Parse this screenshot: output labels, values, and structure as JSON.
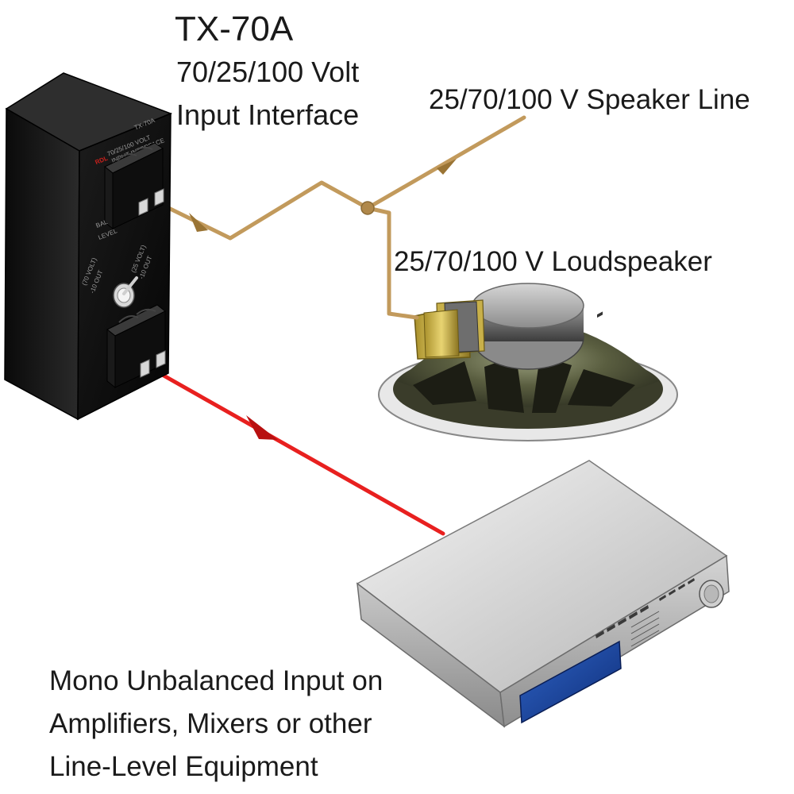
{
  "device": {
    "model": "TX-70A",
    "subtitle_line1": "70/25/100 Volt",
    "subtitle_line2": "Input Interface",
    "panel_brand": "RDL",
    "panel_model": "TX-70A",
    "panel_title_line1": "70/25/100 VOLT",
    "panel_title_line2": "INPUT INTERFACE",
    "panel_label_balanced": "BAL",
    "panel_label_level": "LEVEL",
    "panel_switch_left_line1": "(70 VOLT)",
    "panel_switch_left_line2": "-10 OUT",
    "panel_switch_right_line1": "(25 VOLT)",
    "panel_switch_right_line2": "-10 OUT"
  },
  "speaker_line": {
    "label": "25/70/100 V Speaker Line",
    "color": "#c29a5c"
  },
  "loudspeaker": {
    "label": "25/70/100 V Loudspeaker"
  },
  "equipment": {
    "line1": "Mono Unbalanced Input on",
    "line2": "Amplifiers, Mixers or other",
    "line3": "Line-Level Equipment"
  },
  "signal_line": {
    "color": "#e8201f"
  }
}
